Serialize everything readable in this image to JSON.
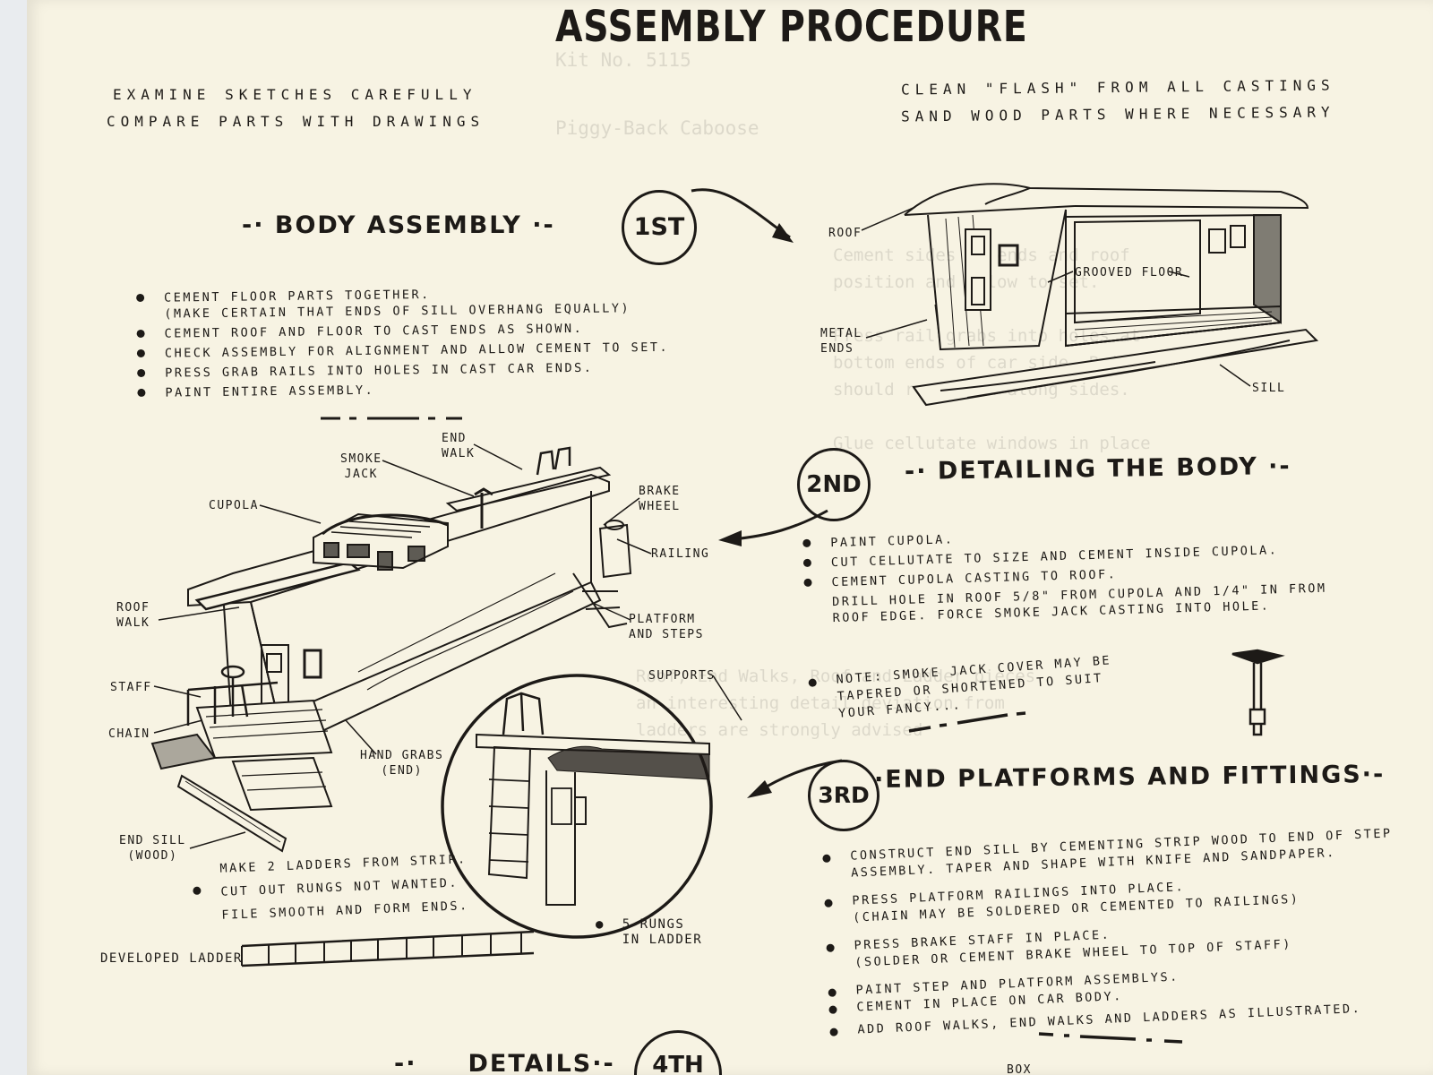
{
  "title": "ASSEMBLY PROCEDURE",
  "intro": {
    "left": [
      "EXAMINE SKETCHES CAREFULLY",
      "COMPARE PARTS WITH DRAWINGS"
    ],
    "right": [
      "CLEAN \"FLASH\" FROM ALL CASTINGS",
      "SAND WOOD PARTS WHERE NECESSARY"
    ]
  },
  "steps": {
    "first": {
      "badge": "1ST",
      "heading": "BODY ASSEMBLY",
      "bullets": [
        "CEMENT FLOOR PARTS TOGETHER.",
        "(MAKE CERTAIN THAT ENDS OF SILL OVERHANG EQUALLY)",
        "CEMENT ROOF AND FLOOR TO CAST ENDS AS SHOWN.",
        "CHECK ASSEMBLY FOR ALIGNMENT AND ALLOW CEMENT TO SET.",
        "PRESS GRAB RAILS INTO HOLES IN CAST CAR ENDS.",
        "PAINT ENTIRE ASSEMBLY."
      ],
      "labels": {
        "roof": "ROOF",
        "grooved_floor": "GROOVED FLOOR",
        "metal_ends": [
          "METAL",
          "ENDS"
        ],
        "sill": "SILL"
      }
    },
    "second": {
      "badge": "2ND",
      "heading": "DETAILING THE BODY",
      "bullets": [
        "PAINT CUPOLA.",
        "CUT CELLUTATE TO SIZE AND CEMENT INSIDE CUPOLA.",
        "CEMENT CUPOLA CASTING TO ROOF.",
        "DRILL HOLE IN ROOF 5/8\" FROM CUPOLA AND 1/4\" IN FROM",
        "ROOF EDGE. FORCE SMOKE JACK CASTING INTO HOLE."
      ],
      "note": [
        "NOTE: SMOKE JACK COVER MAY BE",
        "TAPERED OR SHORTENED TO SUIT",
        "YOUR FANCY..."
      ]
    },
    "third": {
      "badge": "3RD",
      "heading": "END PLATFORMS AND FITTINGS",
      "bullets": [
        "CONSTRUCT END SILL BY CEMENTING STRIP WOOD TO END OF STEP",
        "ASSEMBLY. TAPER AND SHAPE WITH KNIFE AND SANDPAPER.",
        "PRESS PLATFORM RAILINGS INTO PLACE.",
        "(CHAIN MAY BE SOLDERED OR CEMENTED TO RAILINGS)",
        "PRESS BRAKE STAFF IN PLACE.",
        "(SOLDER OR CEMENT BRAKE WHEEL TO TOP OF STAFF)",
        "PAINT STEP AND PLATFORM ASSEMBLYS.",
        "CEMENT IN PLACE ON CAR BODY.",
        "ADD ROOF WALKS, END WALKS AND LADDERS AS ILLUSTRATED."
      ]
    },
    "fourth": {
      "badge": "4TH",
      "heading_partial": "DETAILS"
    }
  },
  "caboose_labels": {
    "end_walk": [
      "END",
      "WALK"
    ],
    "smoke_jack": [
      "SMOKE",
      "JACK"
    ],
    "cupola": "CUPOLA",
    "brake_wheel": [
      "BRAKE",
      "WHEEL"
    ],
    "railing": "RAILING",
    "roof_walk": [
      "ROOF",
      "WALK"
    ],
    "platform_steps": [
      "PLATFORM",
      "AND STEPS"
    ],
    "supports": "SUPPORTS",
    "staff": "STAFF",
    "chain": "CHAIN",
    "hand_grabs": [
      "HAND GRABS",
      "(END)"
    ],
    "end_sill": [
      "END SILL",
      "(WOOD)"
    ]
  },
  "ladder": {
    "instructions": [
      "MAKE 2 LADDERS FROM STRIP.",
      "CUT OUT RUNGS NOT WANTED.",
      "FILE SMOOTH AND FORM ENDS."
    ],
    "rungs_note": [
      "5 RUNGS",
      "IN LADDER"
    ],
    "developed": "DEVELOPED LADDER"
  },
  "bottom_right": "BOX"
}
